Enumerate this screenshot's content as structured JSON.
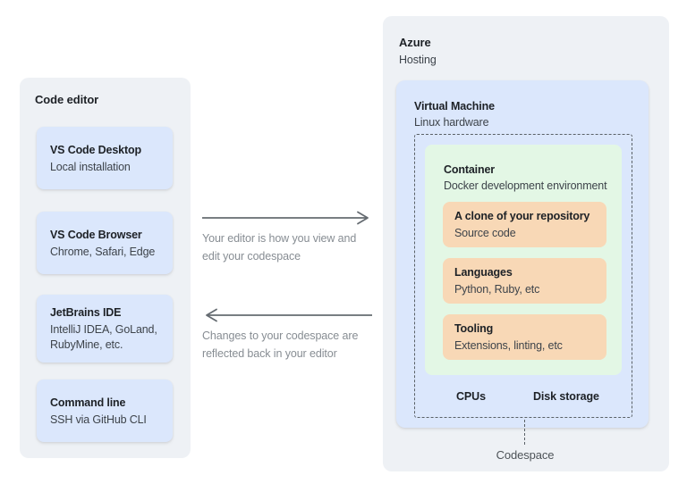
{
  "left_panel": {
    "title": "Code editor",
    "cards": [
      {
        "title": "VS Code Desktop",
        "subtitle": "Local installation"
      },
      {
        "title": "VS Code Browser",
        "subtitle": "Chrome, Safari, Edge"
      },
      {
        "title": "JetBrains IDE",
        "subtitle": "IntelliJ IDEA, GoLand,\nRubyMine, etc."
      },
      {
        "title": "Command line",
        "subtitle": "SSH via GitHub CLI"
      }
    ]
  },
  "flows": [
    {
      "direction": "right",
      "label": "Your editor is how you view and\nedit your codespace"
    },
    {
      "direction": "left",
      "label": "Changes to your codespace are\nreflected back in your editor"
    }
  ],
  "right_panel": {
    "title": "Azure",
    "subtitle": "Hosting",
    "vm": {
      "title": "Virtual Machine",
      "subtitle": "Linux hardware",
      "container": {
        "title": "Container",
        "subtitle": "Docker development environment",
        "cards": [
          {
            "title": "A clone of your repository",
            "subtitle": "Source code"
          },
          {
            "title": "Languages",
            "subtitle": "Python, Ruby, etc"
          },
          {
            "title": "Tooling",
            "subtitle": "Extensions, linting, etc"
          }
        ]
      },
      "resources": [
        "CPUs",
        "Disk storage"
      ]
    },
    "callout": "Codespace"
  },
  "colors": {
    "panel-bg": "#eef1f5",
    "blue-card": "#dbe7fc",
    "green-box": "#e3f7e5",
    "orange-card": "#f8d8b6",
    "dash-color": "#5a6167",
    "title-color": "#1d2126",
    "subtitle-color": "#3d434a",
    "annotation-color": "#878d93",
    "arrow-color": "#656b71",
    "callout-color": "#4d5358"
  }
}
